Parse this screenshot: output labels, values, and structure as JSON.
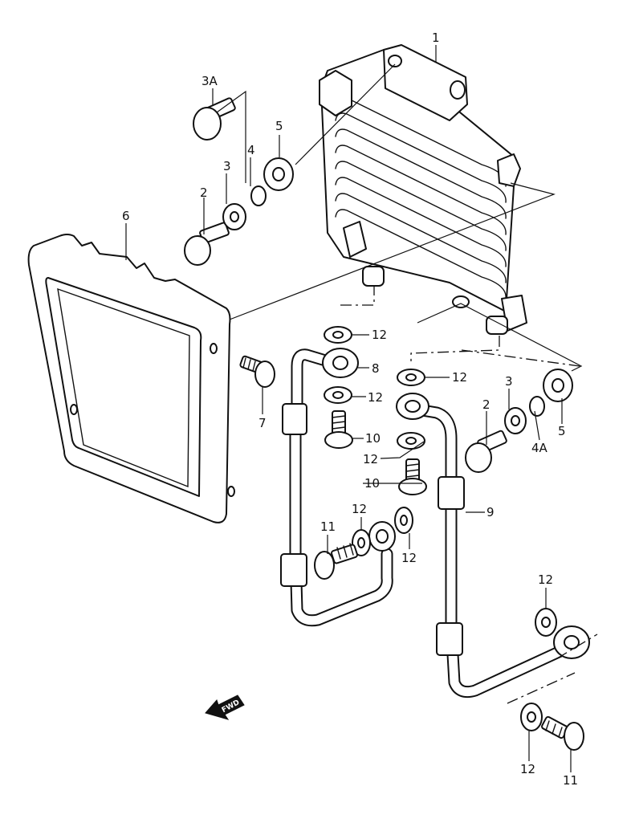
{
  "callouts": {
    "c1": "1",
    "c2a": "2",
    "c2b": "2",
    "c3a": "3",
    "c3b": "3",
    "c3A": "3A",
    "c4": "4",
    "c4A": "4A",
    "c5a": "5",
    "c5b": "5",
    "c6": "6",
    "c7": "7",
    "c8": "8",
    "c9": "9",
    "c10a": "10",
    "c10b": "10",
    "c11a": "11",
    "c11b": "11",
    "c12a": "12",
    "c12b": "12",
    "c12c": "12",
    "c12d": "12",
    "c12e": "12",
    "c12f": "12",
    "c12g": "12",
    "c12h": "12"
  },
  "direction_marker": {
    "text": "FWD"
  }
}
